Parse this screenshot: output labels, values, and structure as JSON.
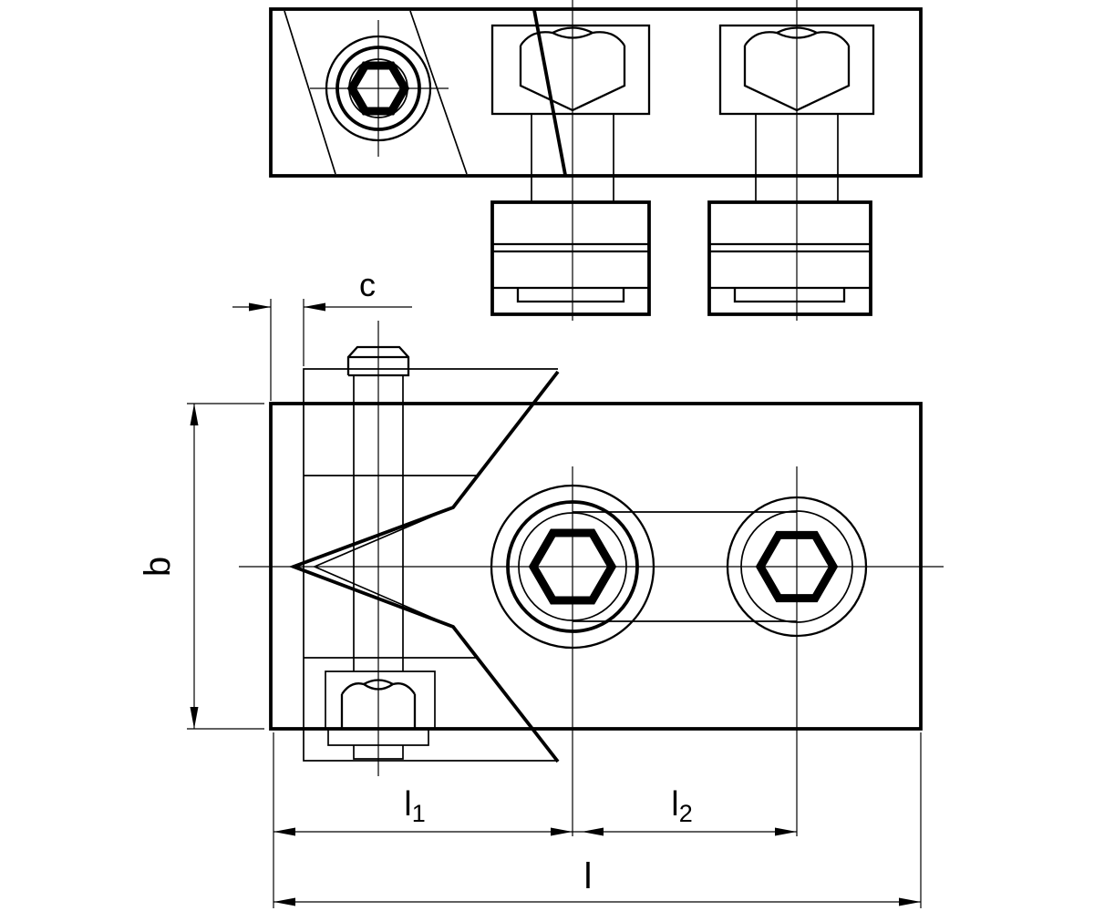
{
  "dimension_labels": {
    "c": "c",
    "b": "b",
    "l1_base": "l",
    "l1_sub": "1",
    "l2_base": "l",
    "l2_sub": "2",
    "l": "l"
  },
  "colors": {
    "line": "#000000",
    "background": "#ffffff"
  }
}
